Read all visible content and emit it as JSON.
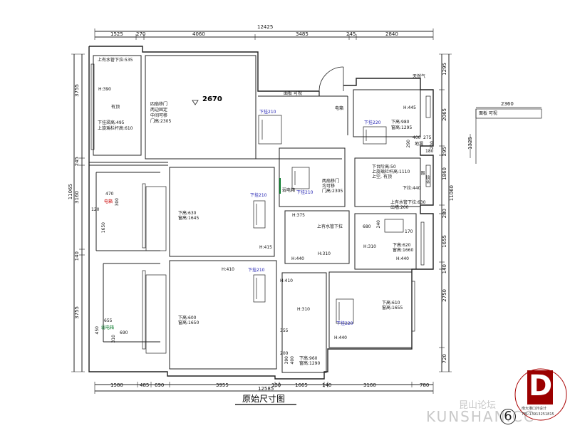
{
  "title": "原始尺寸图",
  "ceiling_height": "2670",
  "top_dims": {
    "total": "12425",
    "segments": [
      "1525",
      "270",
      "4060",
      "3485",
      "245",
      "2840"
    ]
  },
  "bottom_dims": {
    "total": "12585",
    "segments": [
      "1580",
      "485",
      "690",
      "3955",
      "130",
      "1665",
      "140",
      "3160",
      "780"
    ]
  },
  "left_dims": [
    "3755",
    "245",
    "11065",
    "3160",
    "140",
    "3755"
  ],
  "right_dims": [
    "1295",
    "2065",
    "295",
    "1860",
    "11060",
    "280",
    "1655",
    "140",
    "2750",
    "720"
  ],
  "inset": {
    "dim_top": "2360",
    "dim_side": "1325",
    "label": "面板 可视"
  },
  "room_notes": {
    "water_pipe_top": "上有水管下拉:535",
    "h390": "H:390",
    "you_ding": "有顶",
    "lower_beam": "下挂梁高:495",
    "rail_height": "上旋瑀栏杆高:610",
    "sliding_door": "四扇移门",
    "fixed_two": "两边固定",
    "mid_open": "中间可移",
    "door_height": "门高:2305",
    "panel_visible": "面板 可视",
    "gas": "天然气",
    "meter": "电箱",
    "xia_gua_210_a": "下挂210",
    "xia_gua_220_a": "下挂220",
    "h445": "H:445",
    "low_980": "下高:980",
    "win_1295": "窗高:1295",
    "d400": "400",
    "d275": "275",
    "floor_drain": "地漏",
    "d180": "180",
    "d290": "290",
    "d200": "200",
    "lower_platform": "下台阶高:50",
    "rail_1110": "上旋瑀栏杆高:1110",
    "top_has_roof": "上空, 有顶",
    "lower_440": "下拉:440",
    "outer_unit": "外机",
    "ac_hole": "留",
    "weak_box": "弱电箱",
    "two_sliding": "两扇移门",
    "both_movable": "均可移",
    "door_h2": "门高:2305",
    "xia_gua_210_b": "下挂210",
    "water_pipe_right": "上有水管下拉:630",
    "clear_height": "出墙:200",
    "n470": "470",
    "n300": "300",
    "meter_box": "电箱",
    "n120": "120",
    "n1650": "1650",
    "xia_gua_210_c": "下挂210",
    "low_630": "下高:630",
    "win_1645": "窗高:1645",
    "h415": "H:415",
    "h375": "H:375",
    "water_pipe_mid": "上有水管下拉",
    "n680": "680",
    "n240": "240",
    "n170": "170",
    "h310_a": "H:310",
    "low_620": "下高:620",
    "win_1660": "窗高:1660",
    "h440_a": "H:440",
    "h310_b": "H:310",
    "h440_b": "H:440",
    "h410_a": "H:410",
    "xia_gua_210_d": "下挂210",
    "h410_b": "H:410",
    "low_600": "下高:600",
    "win_1650": "窗高:1650",
    "h310_c": "H:310",
    "low_610": "下高:610",
    "win_1655": "窗高:1655",
    "xia_gua_220_b": "下挂220",
    "h440_c": "H:440",
    "n655": "655",
    "weak_meter": "弱电箱",
    "n450": "450",
    "n690": "690",
    "n310": "310",
    "n355": "355",
    "n200": "200",
    "n390": "390",
    "n400": "400",
    "low_960": "下高:960",
    "win_1290": "窗高:1290",
    "xia_gua_h": "下挂"
  },
  "watermark": {
    "site": "昆山论坛",
    "brand": "KUNSHAN.CC",
    "page": "6"
  },
  "logo": {
    "letter": "D",
    "line1": "南大港口外设计",
    "line2": "TEL:13913251815"
  }
}
